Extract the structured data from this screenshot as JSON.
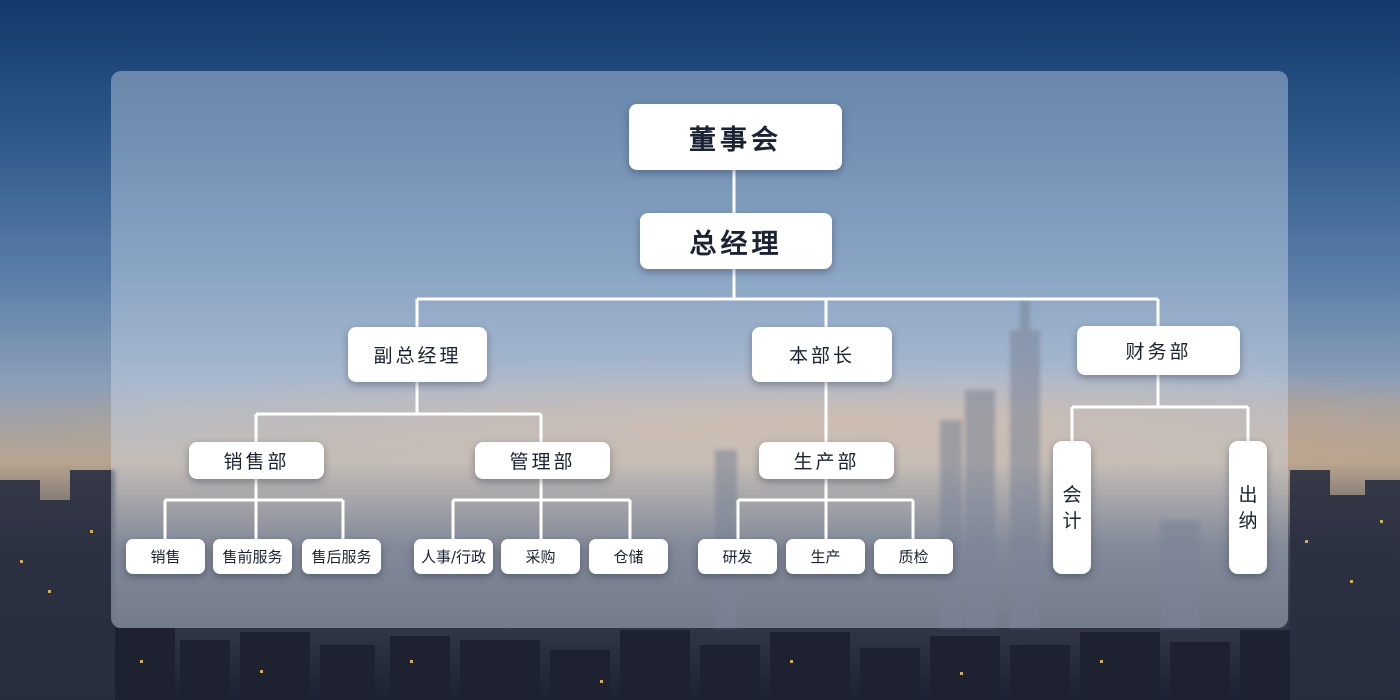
{
  "org": {
    "board": "董事会",
    "gm": "总经理",
    "vp": "副总经理",
    "minister": "本部长",
    "finance": "财务部",
    "sales_dept": "销售部",
    "admin_dept": "管理部",
    "prod_dept": "生产部",
    "sales": "销售",
    "presales": "售前服务",
    "aftersales": "售后服务",
    "hr": "人事/行政",
    "purchase": "采购",
    "warehouse": "仓储",
    "rd": "研发",
    "production": "生产",
    "qc": "质检",
    "accounting": [
      "会",
      "计"
    ],
    "cashier": [
      "出",
      "纳"
    ]
  }
}
